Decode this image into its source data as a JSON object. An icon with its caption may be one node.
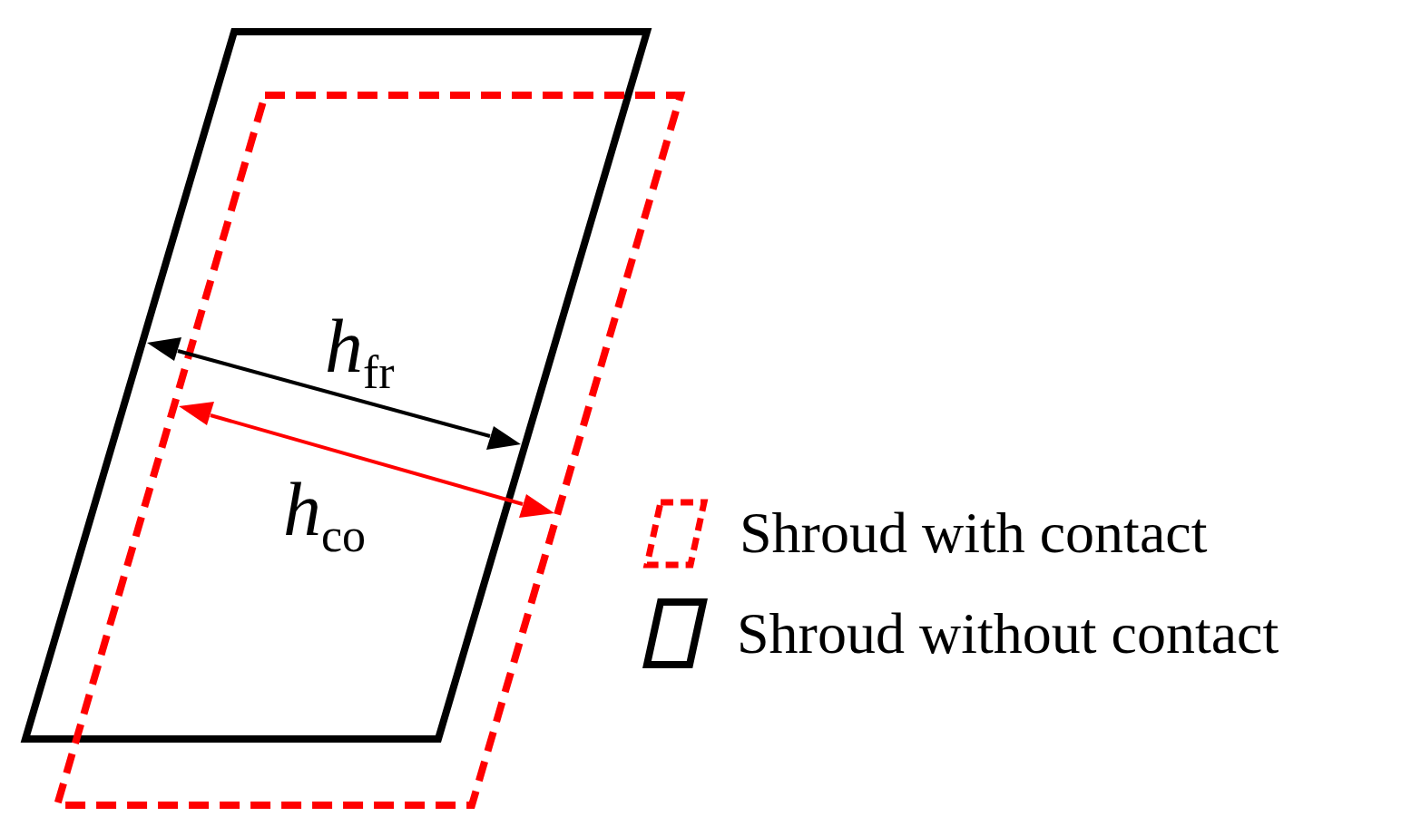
{
  "diagram": {
    "labels": [
      "*h*$_{fr}$",
      "*h*$_{co}$"
    ],
    "legend": [
      {
        "text": "Shroud with contact"
      },
      {
        "text": "Shroud without contact"
      }
    ]
  }
}
